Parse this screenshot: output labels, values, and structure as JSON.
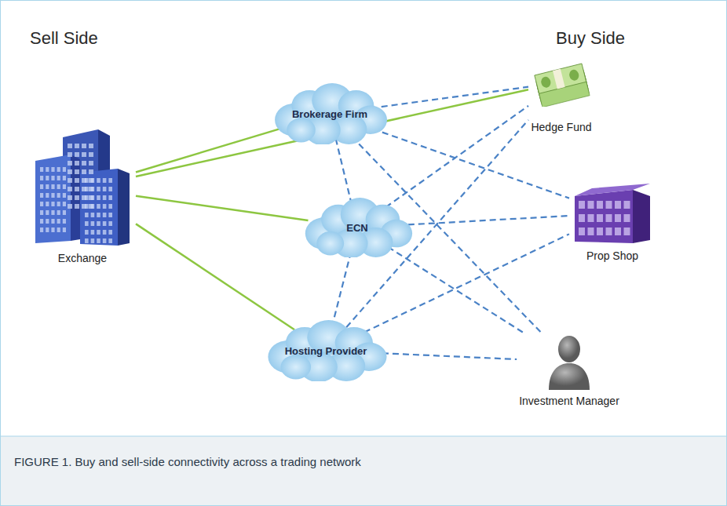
{
  "diagram": {
    "caption": "FIGURE 1. Buy and sell-side connectivity across a trading network",
    "nodes": [
      {
        "text": [
          "Exchange"
        ]
      },
      {
        "text": [
          "Brokerage Firm"
        ]
      },
      {
        "text": [
          "ECN"
        ]
      },
      {
        "text": [
          "Hosting Provider"
        ]
      },
      {
        "text": [
          "Hedge Fund"
        ]
      },
      {
        "text": [
          "Prop Shop"
        ]
      },
      {
        "text": [
          "Investment Manager"
        ]
      }
    ],
    "edges": [
      {
        "from": 0,
        "to": 1,
        "arrow": "none"
      },
      {
        "from": 0,
        "to": 4,
        "arrow": "none"
      },
      {
        "from": 0,
        "to": 2,
        "arrow": "none"
      },
      {
        "from": 0,
        "to": 3,
        "arrow": "none"
      },
      {
        "from": 1,
        "to": 2,
        "arrow": "none"
      },
      {
        "from": 2,
        "to": 3,
        "arrow": "none"
      },
      {
        "from": 1,
        "to": 4,
        "arrow": "none"
      },
      {
        "from": 1,
        "to": 5,
        "arrow": "none"
      },
      {
        "from": 1,
        "to": 6,
        "arrow": "none"
      },
      {
        "from": 2,
        "to": 4,
        "arrow": "none"
      },
      {
        "from": 2,
        "to": 5,
        "arrow": "none"
      },
      {
        "from": 2,
        "to": 6,
        "arrow": "none"
      },
      {
        "from": 3,
        "to": 4,
        "arrow": "none"
      },
      {
        "from": 3,
        "to": 5,
        "arrow": "none"
      },
      {
        "from": 3,
        "to": 6,
        "arrow": "none"
      }
    ],
    "labels": [
      "Sell Side",
      "Buy Side"
    ]
  }
}
